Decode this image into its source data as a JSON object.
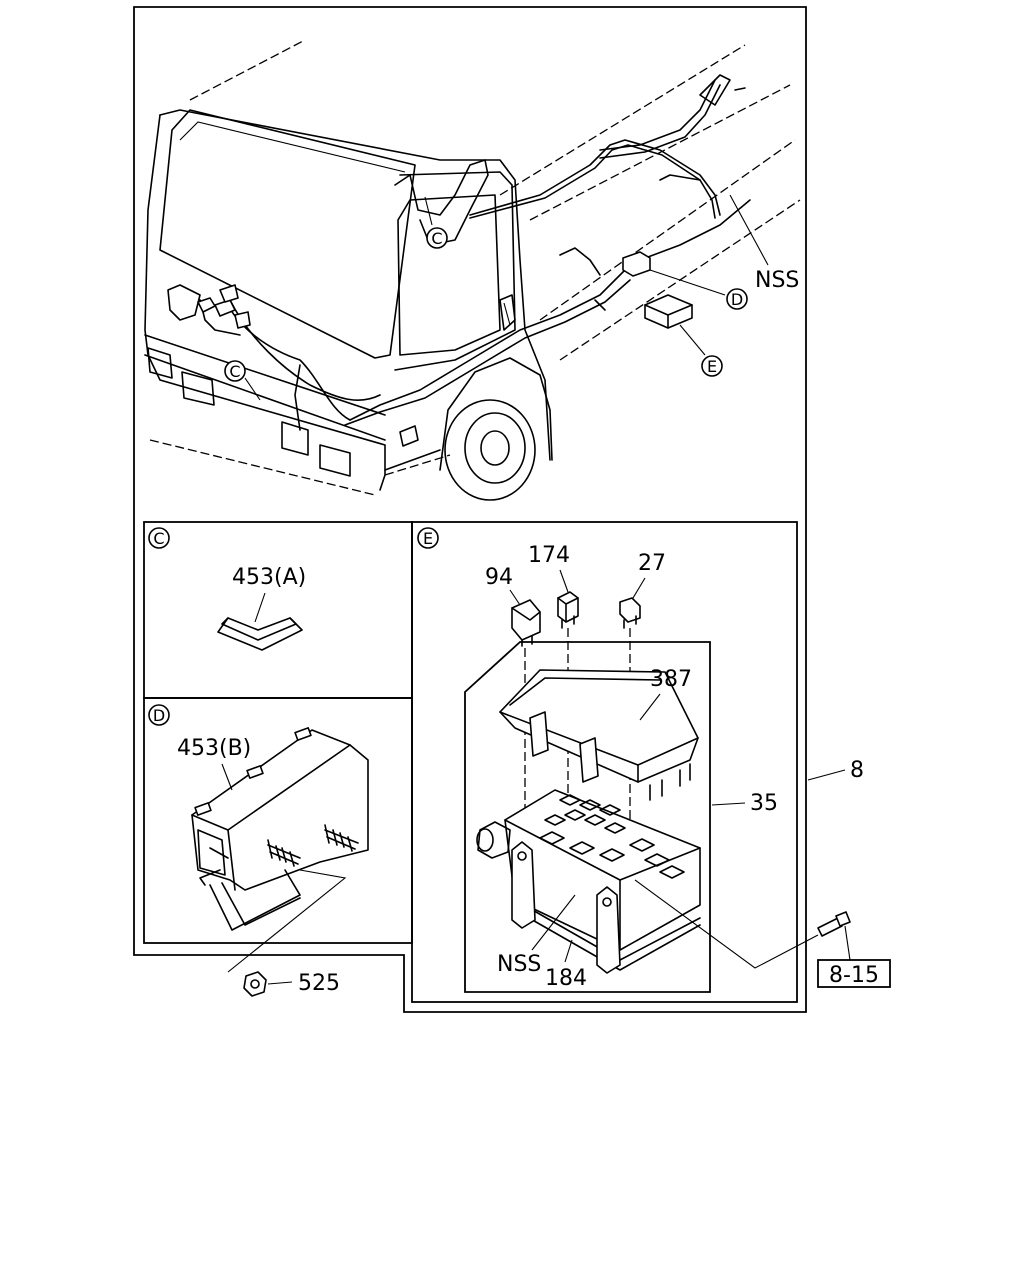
{
  "callouts": {
    "c_main_1": "C",
    "c_main_2": "C",
    "d_main": "D",
    "e_main": "E",
    "c_panel": "C",
    "d_panel": "D",
    "e_panel": "E"
  },
  "labels": {
    "nss_top": "NSS",
    "part_453a": "453(A)",
    "part_453b": "453(B)",
    "part_94": "94",
    "part_174": "174",
    "part_27": "27",
    "part_387": "387",
    "part_35": "35",
    "part_8": "8",
    "part_nss_box": "NSS",
    "part_184": "184",
    "part_525": "525",
    "ref_8_15": "8-15"
  }
}
